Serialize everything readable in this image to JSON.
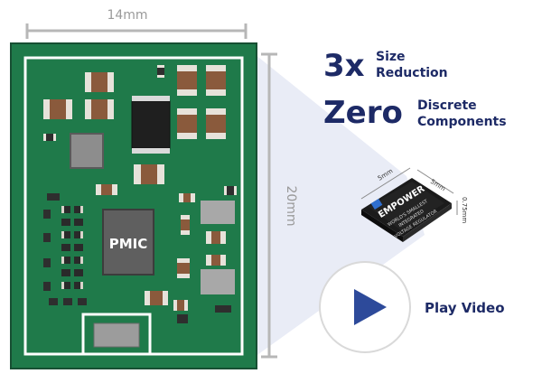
{
  "dimensions": {
    "width_label": "14mm",
    "height_label": "20mm"
  },
  "pmic_label": "PMIC",
  "headlines": [
    {
      "big": "3x",
      "small_line1": "Size",
      "small_line2": "Reduction"
    },
    {
      "big": "Zero",
      "small_line1": "Discrete",
      "small_line2": "Components"
    }
  ],
  "chip": {
    "brand": "EMPOWER",
    "tagline_line1": "WORLD'S SMALLEST",
    "tagline_line2": "INTEGRATED",
    "tagline_line3": "VOLTAGE REGULATOR",
    "dim_a": "5mm",
    "dim_b": "5mm",
    "dim_c": "0.75mm"
  },
  "play": {
    "label": "Play Video"
  },
  "colors": {
    "board": "#1f7a4a",
    "navy": "#1d2a66",
    "play_triangle": "#2d4a9a"
  }
}
